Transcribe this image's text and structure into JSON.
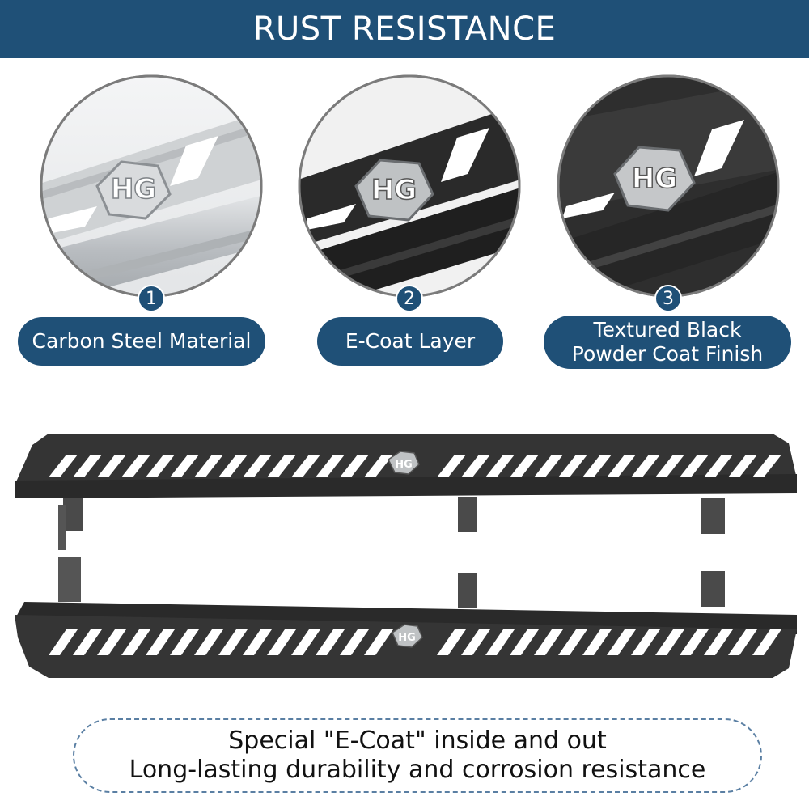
{
  "banner": {
    "title": "RUST RESISTANCE"
  },
  "features": [
    {
      "number": "1",
      "label_lines": [
        "Carbon Steel Material"
      ]
    },
    {
      "number": "2",
      "label_lines": [
        "E-Coat Layer"
      ]
    },
    {
      "number": "3",
      "label_lines": [
        "Textured Black",
        "Powder Coat Finish"
      ]
    }
  ],
  "logo_text": "HG",
  "footer": {
    "line1": "Special \"E-Coat\" inside and out",
    "line2": "Long-lasting durability and corrosion resistance"
  },
  "colors": {
    "brand_blue": "#1f5077",
    "steel_silver": "#c9ccce",
    "ecoat_black": "#2b2b2b",
    "powder_black": "#343434"
  }
}
